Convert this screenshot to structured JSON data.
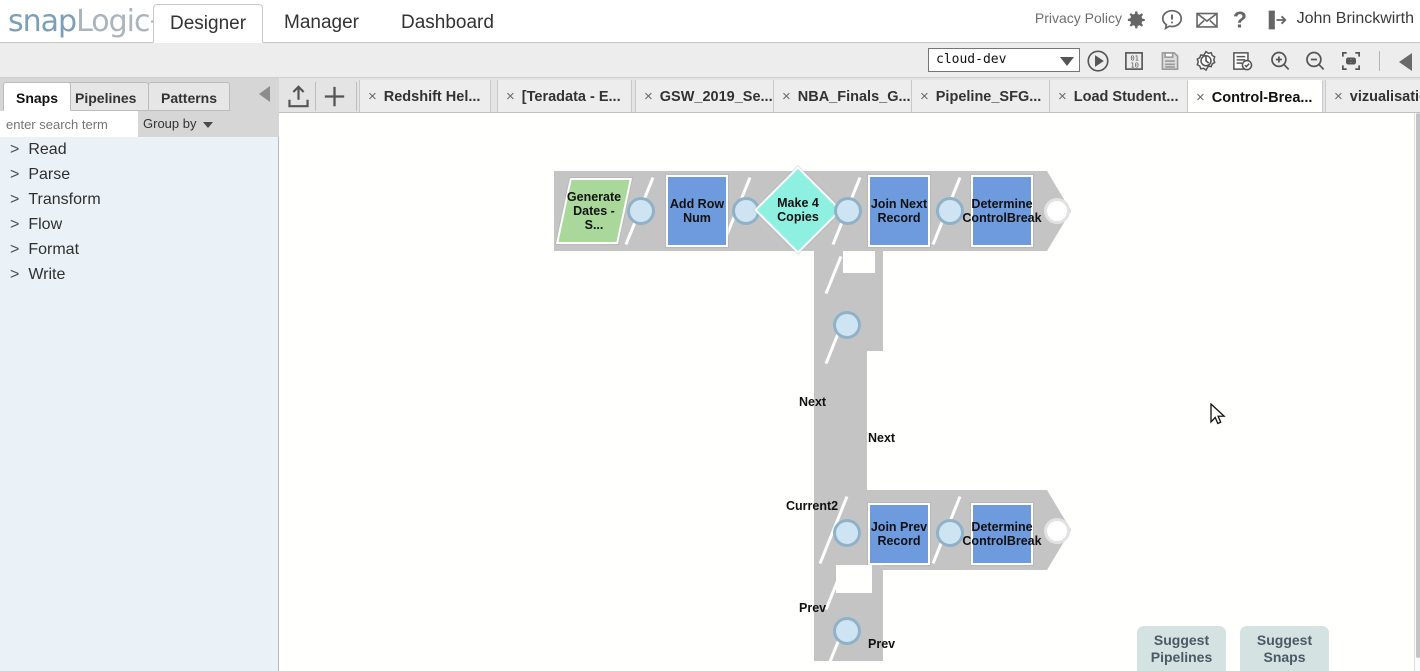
{
  "app": {
    "brand_primary": "snap",
    "brand_secondary": "Logic",
    "brand_dot": "·",
    "nav": [
      {
        "label": "Designer",
        "active": true
      },
      {
        "label": "Manager",
        "active": false
      },
      {
        "label": "Dashboard",
        "active": false
      }
    ],
    "privacy_policy": "Privacy Policy",
    "username": "John Brinckwirth",
    "icons": [
      "gear-icon",
      "alert-icon",
      "mail-icon",
      "help-icon",
      "logout-icon"
    ]
  },
  "toolbar": {
    "environment": "cloud-dev",
    "buttons": [
      "run-icon",
      "parameters-icon",
      "save-icon",
      "validate-icon",
      "notes-icon",
      "zoom-in-icon",
      "zoom-out-icon",
      "fit-screen-icon",
      "collapse-icon"
    ]
  },
  "left_panel": {
    "tabs": [
      {
        "label": "Snaps",
        "active": true
      },
      {
        "label": "Pipelines",
        "active": false
      },
      {
        "label": "Patterns",
        "active": false
      }
    ],
    "search_placeholder": "enter search term",
    "search_value": "",
    "group_by": "Group by",
    "categories": [
      {
        "arrow": ">",
        "label": "Read"
      },
      {
        "arrow": ">",
        "label": "Parse"
      },
      {
        "arrow": ">",
        "label": "Transform"
      },
      {
        "arrow": ">",
        "label": "Flow"
      },
      {
        "arrow": ">",
        "label": "Format"
      },
      {
        "arrow": ">",
        "label": "Write"
      }
    ]
  },
  "tabstrip": {
    "upload_icon": "upload-icon",
    "add_icon": "plus-icon",
    "close_glyph": "×",
    "tabs": [
      {
        "label": "Redshift Hel...",
        "active": false
      },
      {
        "label": "[Teradata - E...",
        "active": false
      },
      {
        "label": "GSW_2019_Se...",
        "active": false
      },
      {
        "label": "NBA_Finals_G...",
        "active": false
      },
      {
        "label": "Pipeline_SFG...",
        "active": false
      },
      {
        "label": "Load Student...",
        "active": false
      },
      {
        "label": "Control-Brea...",
        "active": true
      },
      {
        "label": "vizualisatio",
        "active": false
      }
    ]
  },
  "canvas": {
    "snaps": [
      {
        "id": "generate-dates",
        "label": "Generate Dates - S...",
        "shape": "parallelogram",
        "color": "#a9d89a"
      },
      {
        "id": "add-row-num",
        "label": "Add Row Num",
        "shape": "rect",
        "color": "#6e9bdd"
      },
      {
        "id": "make-4-copies",
        "label": "Make 4 Copies",
        "shape": "diamond",
        "color": "#8ef0e0"
      },
      {
        "id": "join-next-record",
        "label": "Join Next Record",
        "shape": "rect",
        "color": "#6e9bdd"
      },
      {
        "id": "determine-controlbreak-1",
        "label": "Determine ControlBreak",
        "shape": "rect",
        "color": "#6e9bdd"
      },
      {
        "id": "join-prev-record",
        "label": "Join Prev Record",
        "shape": "rect",
        "color": "#6e9bdd"
      },
      {
        "id": "determine-controlbreak-2",
        "label": "Determine ControlBreak",
        "shape": "rect",
        "color": "#6e9bdd"
      }
    ],
    "link_labels": [
      {
        "id": "next-out",
        "text": "Next"
      },
      {
        "id": "next-in",
        "text": "Next"
      },
      {
        "id": "current2",
        "text": "Current2"
      },
      {
        "id": "prev-out",
        "text": "Prev"
      },
      {
        "id": "prev-in",
        "text": "Prev"
      }
    ],
    "pipe_color": "#c4c4c4",
    "background": "#fffffd"
  },
  "footer": {
    "suggest_pipelines": "Suggest\nPipelines",
    "suggest_pipelines_l1": "Suggest",
    "suggest_pipelines_l2": "Pipelines",
    "suggest_snaps_l1": "Suggest",
    "suggest_snaps_l2": "Snaps"
  }
}
